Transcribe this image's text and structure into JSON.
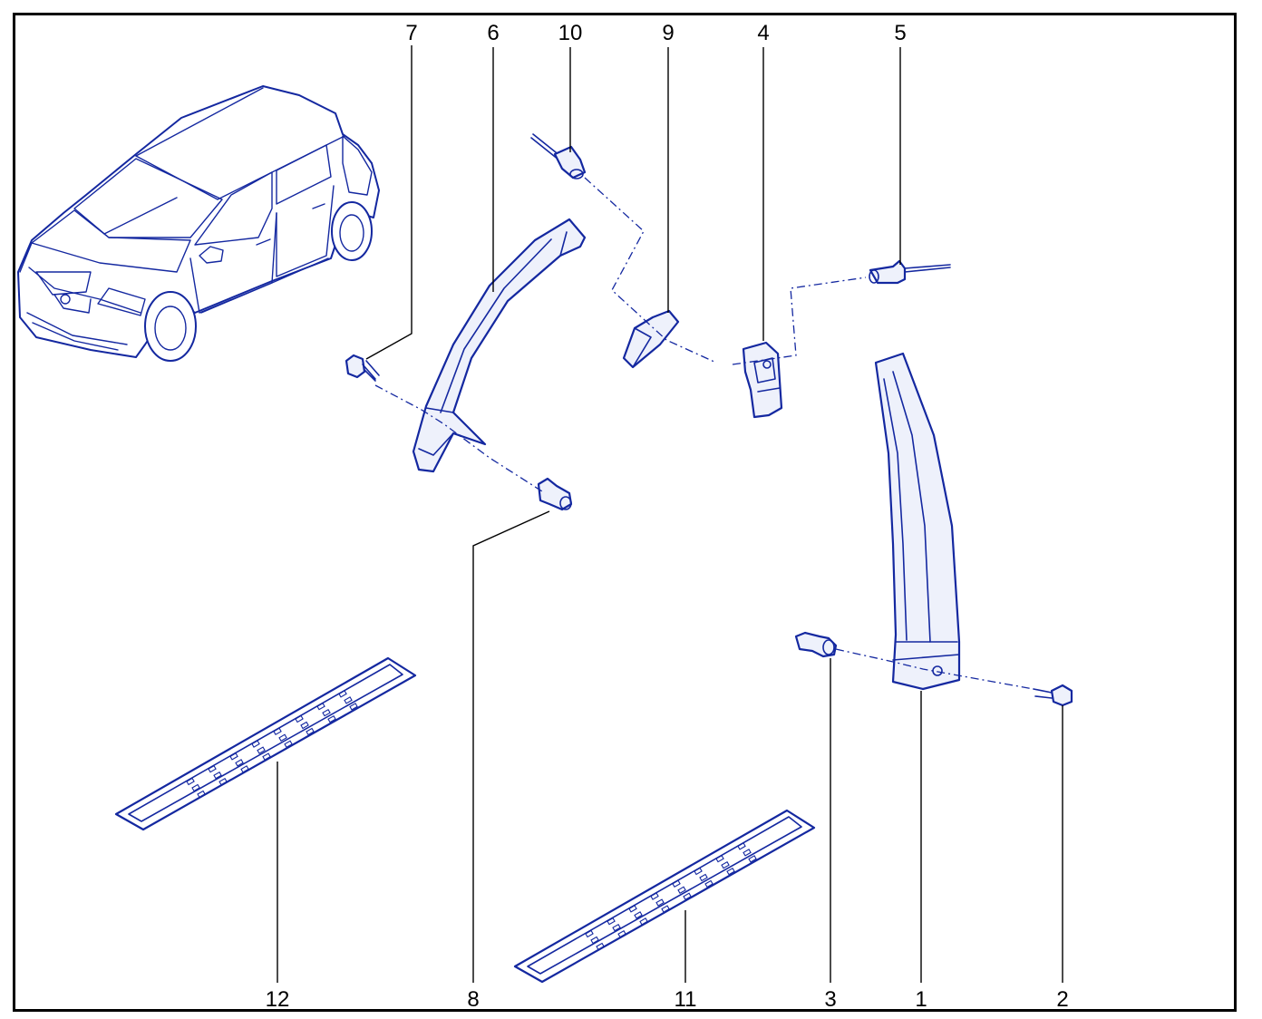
{
  "callouts": {
    "c1": "1",
    "c2": "2",
    "c3": "3",
    "c4": "4",
    "c5": "5",
    "c6": "6",
    "c7": "7",
    "c8": "8",
    "c9": "9",
    "c10": "10",
    "c11": "11",
    "c12": "12"
  },
  "colors": {
    "line_art": "#1428a0",
    "leader": "#000000",
    "frame": "#000000"
  },
  "icons": {
    "vehicle": "hatchback-car-illustration"
  }
}
